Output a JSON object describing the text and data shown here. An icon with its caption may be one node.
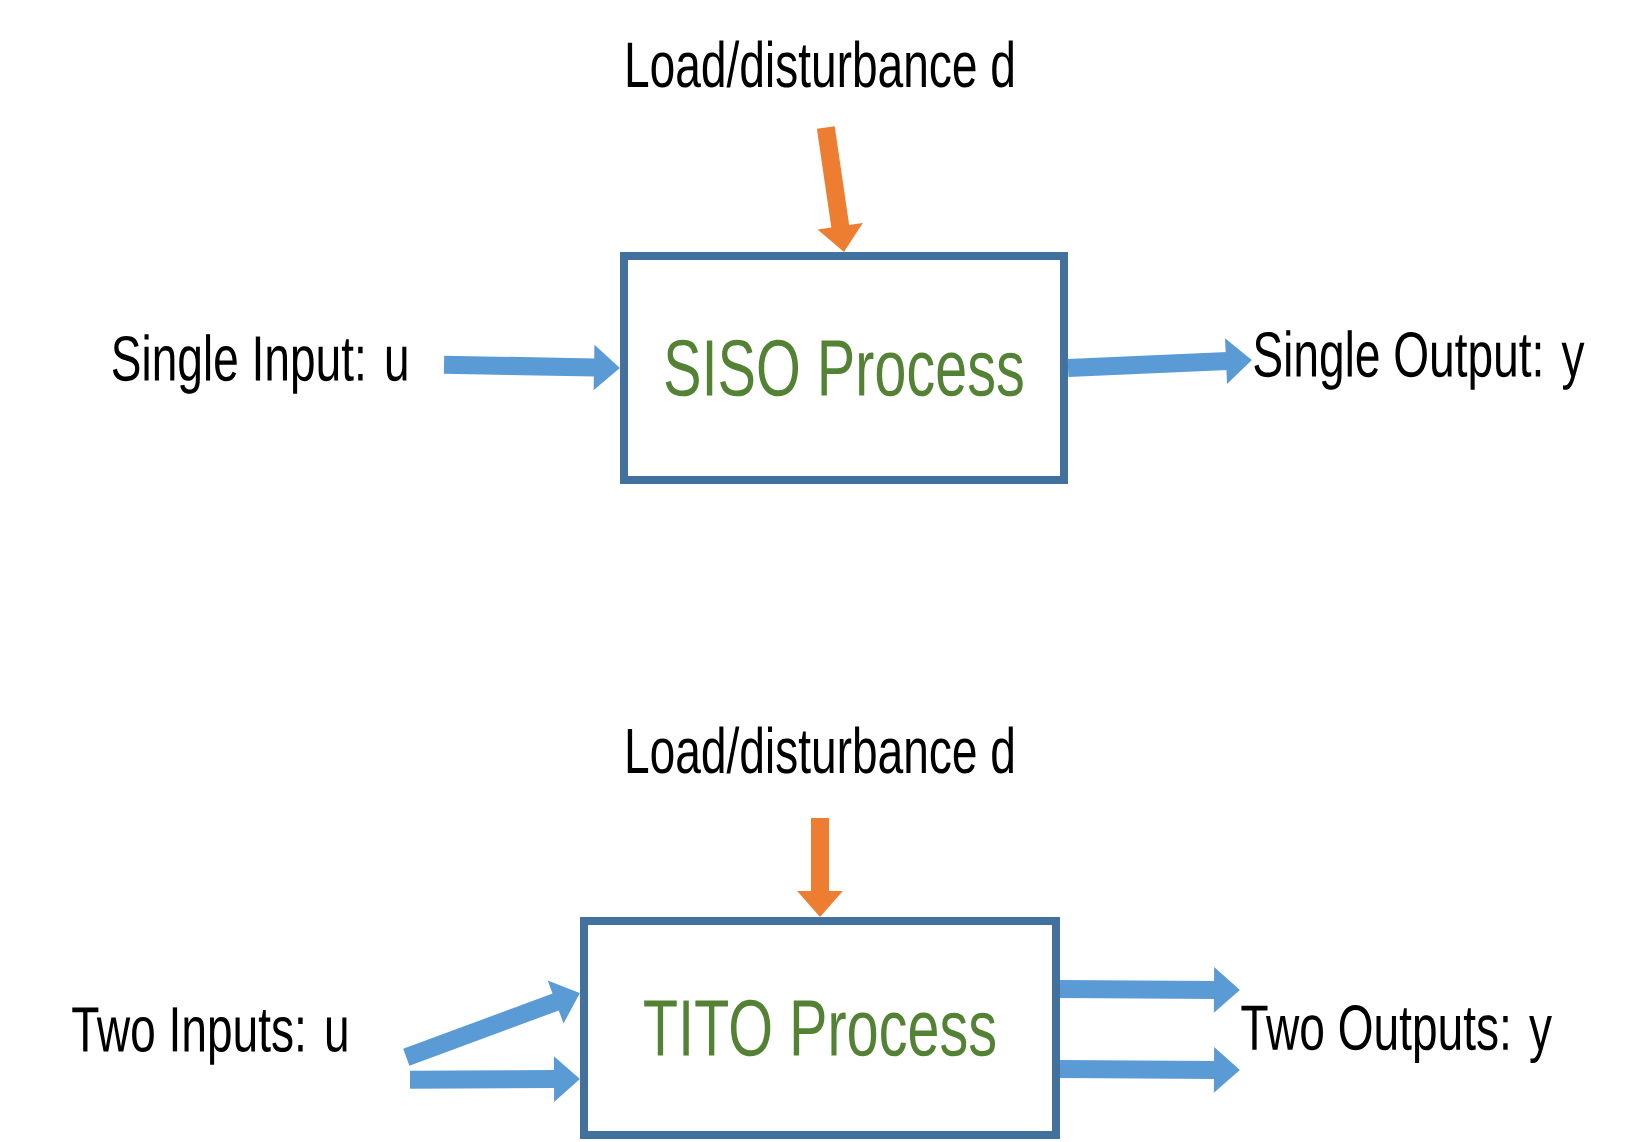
{
  "diagram": {
    "nodes": [
      {
        "text": [
          "Load/disturbance d"
        ]
      },
      {
        "text": [
          "Single Input: u"
        ]
      },
      {
        "text": [
          "SISO Process"
        ]
      },
      {
        "text": [
          "Single Output: y"
        ]
      },
      {
        "text": [
          "Load/disturbance d"
        ]
      },
      {
        "text": [
          "Two Inputs: u"
        ]
      },
      {
        "text": [
          "TITO Process"
        ]
      },
      {
        "text": [
          "Two Outputs: y"
        ]
      }
    ],
    "edges": [
      {
        "from": 0,
        "to": 2,
        "arrow": "to",
        "color": "#ed7d31"
      },
      {
        "from": 1,
        "to": 2,
        "arrow": "to"
      },
      {
        "from": 2,
        "to": 3,
        "arrow": "to"
      },
      {
        "from": 4,
        "to": 6,
        "arrow": "to",
        "color": "#ed7d31"
      },
      {
        "from": 5,
        "to": 6,
        "arrow": "to"
      },
      {
        "from": 5,
        "to": 6,
        "arrow": "to"
      },
      {
        "from": 6,
        "to": 7,
        "arrow": "to"
      },
      {
        "from": 6,
        "to": 7,
        "arrow": "to"
      }
    ]
  }
}
